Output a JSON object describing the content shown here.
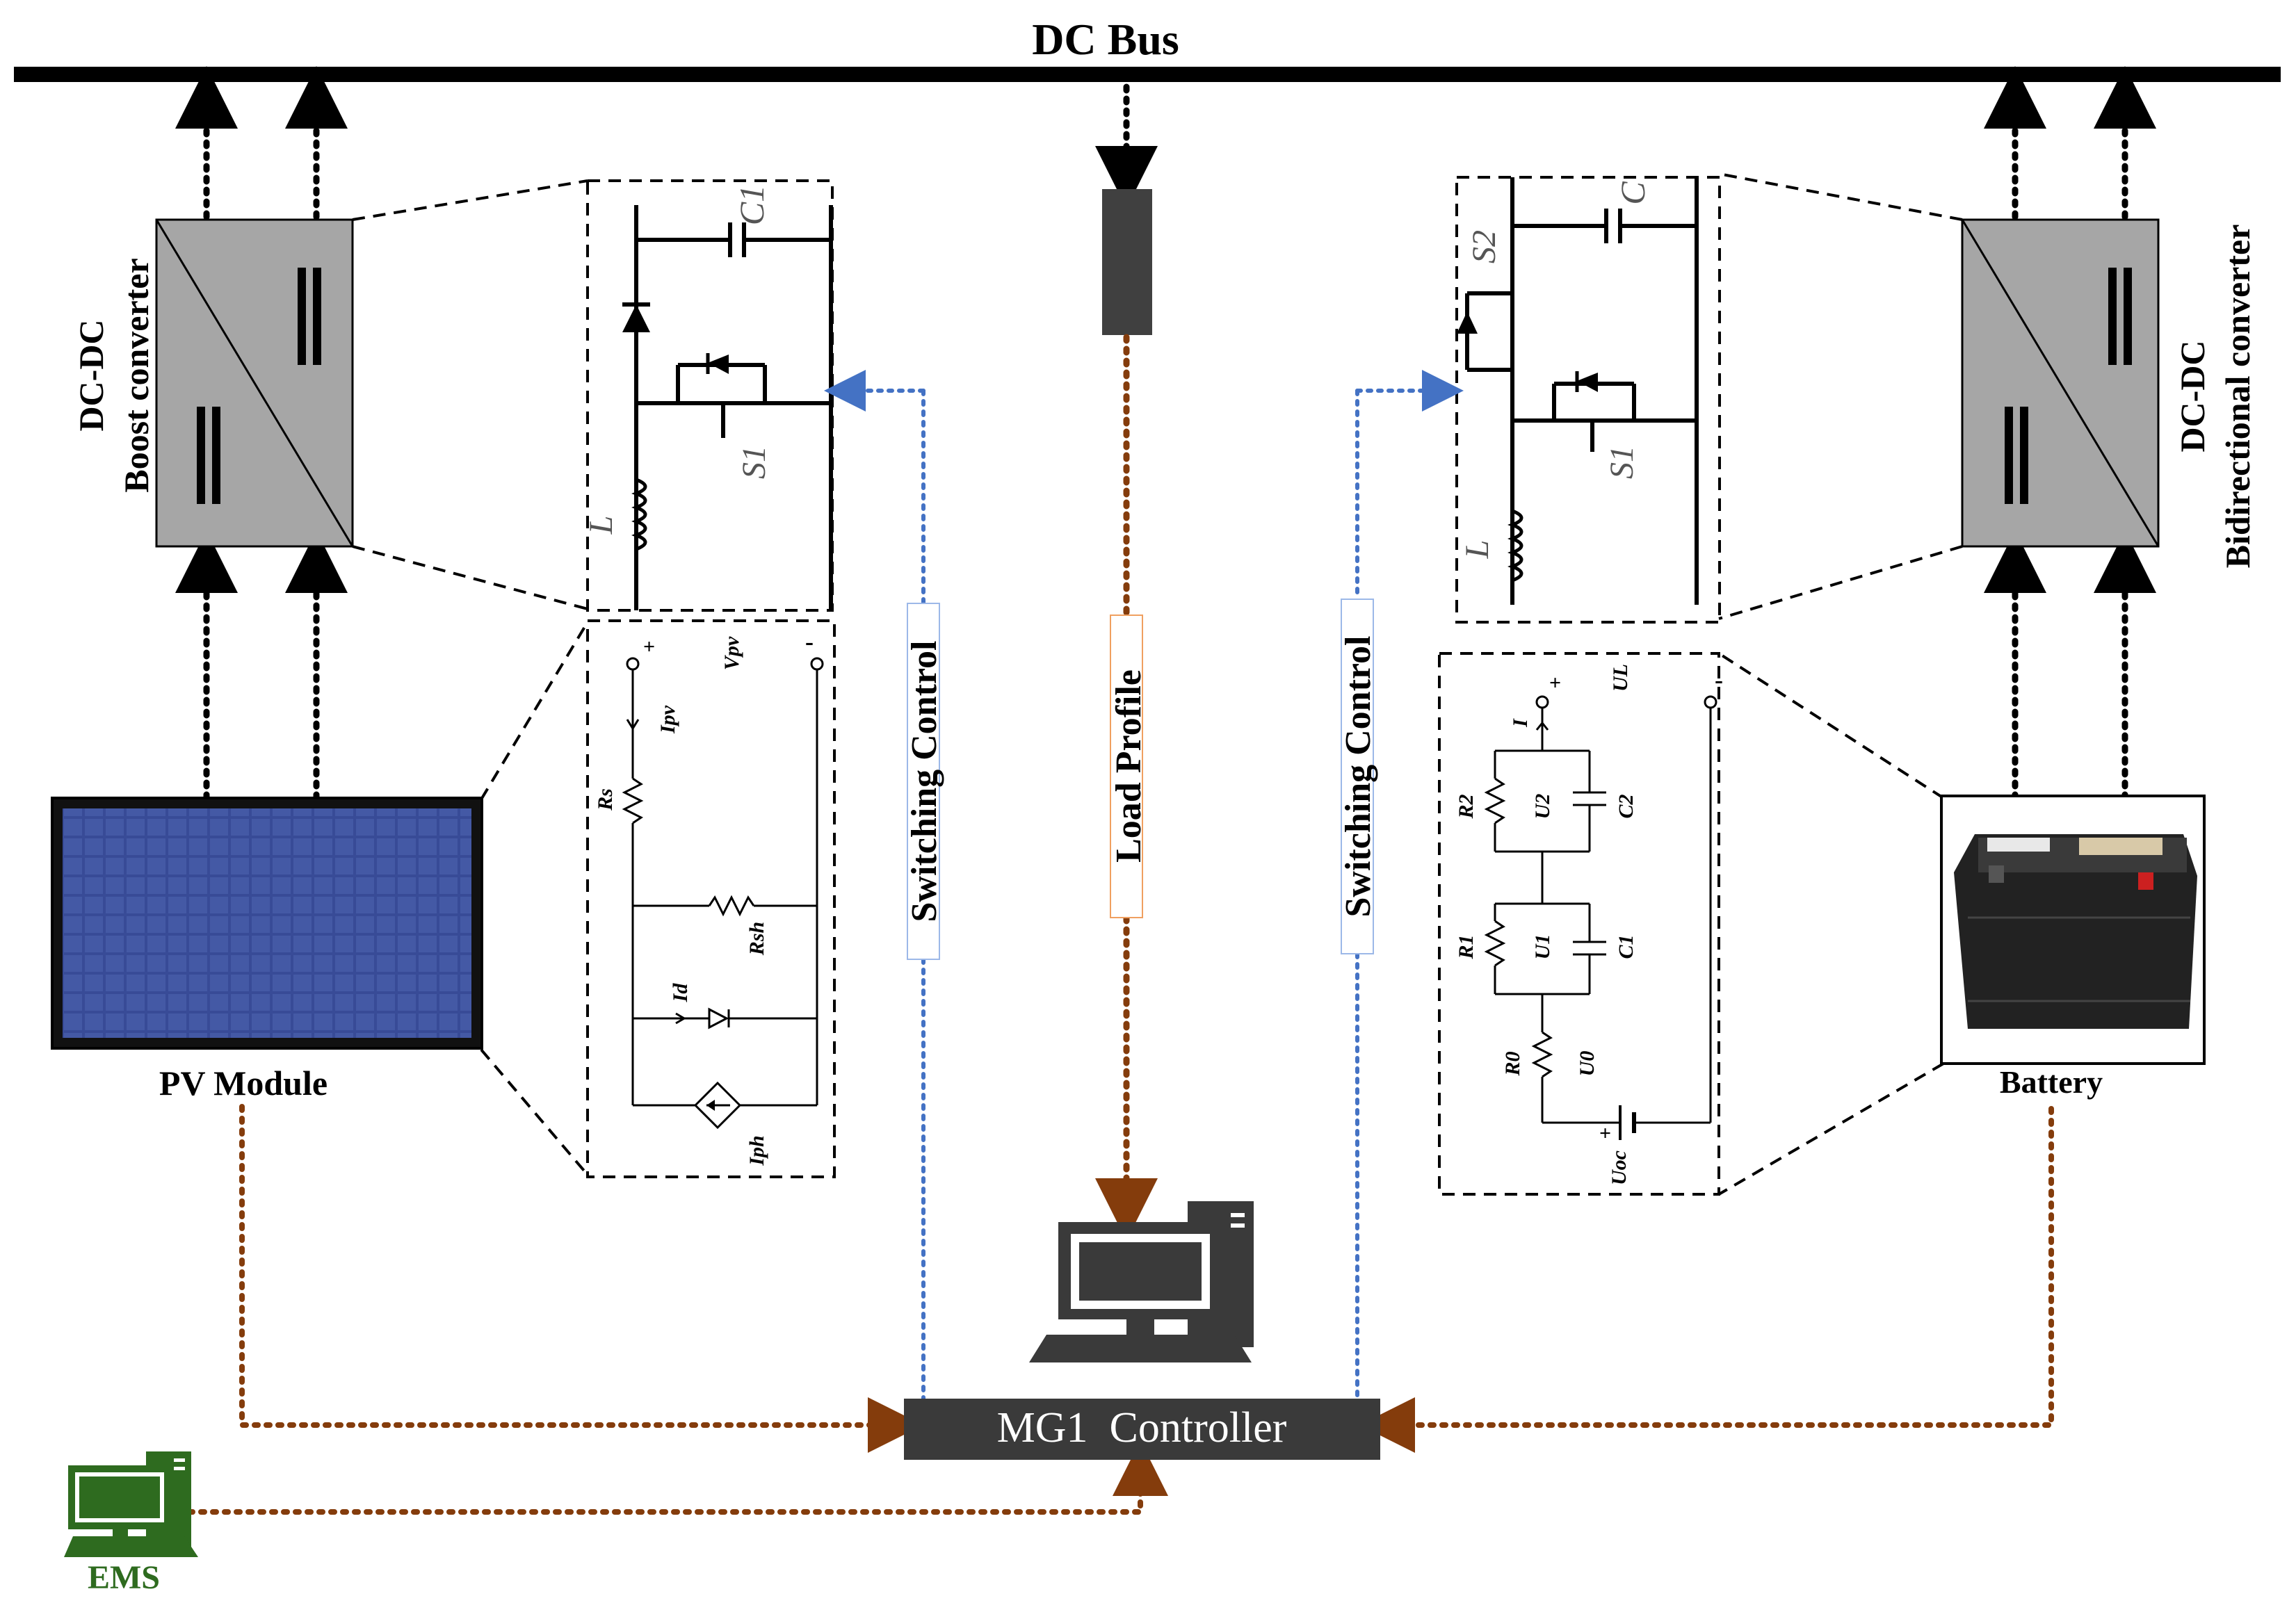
{
  "title": "DC Bus",
  "boost_converter": {
    "line1": "DC-DC",
    "line2": "Boost converter"
  },
  "bidirectional_converter": {
    "line1": "DC-DC",
    "line2": "Bidirectional converter"
  },
  "pv_module": {
    "label": "PV Module"
  },
  "battery": {
    "label": "Battery"
  },
  "controller": {
    "label": "MG1  Controller"
  },
  "ems": {
    "label": "EMS"
  },
  "signals": {
    "switching_control_left": "Switching Control",
    "switching_control_right": "Switching Control",
    "load_profile": "Load Profile"
  },
  "boost_circuit": {
    "capacitor": "C1",
    "switch": "S1",
    "inductor": "L"
  },
  "bidirectional_circuit": {
    "capacitor": "C",
    "switch_top": "S2",
    "switch_bottom": "S1",
    "inductor": "L"
  },
  "pv_circuit": {
    "terminal_pos": "+",
    "terminal_neg": "-",
    "voltage": "Vpv",
    "current": "Ipv",
    "series_resistor": "Rs",
    "shunt_resistor": "Rsh",
    "diode_current": "Id",
    "source_current": "Iph"
  },
  "battery_circuit": {
    "terminal_pos": "+",
    "terminal_neg": "-",
    "current": "I",
    "terminal_voltage": "UL",
    "r2": "R2",
    "u2": "U2",
    "c2": "C2",
    "r1": "R1",
    "u1": "U1",
    "c1": "C1",
    "r0": "R0",
    "u0": "U0",
    "uoc": "Uoc",
    "uoc_sign": "+"
  },
  "colors": {
    "bus": "#000000",
    "power_flow": "#000000",
    "switching_signal": "#4472c4",
    "data_signal": "#843c0c",
    "controller_bg": "#3a3a3a",
    "ems": "#2e6b1f",
    "converter_fill": "#a6a6a6",
    "pv_panel": "#2b3e8c"
  }
}
